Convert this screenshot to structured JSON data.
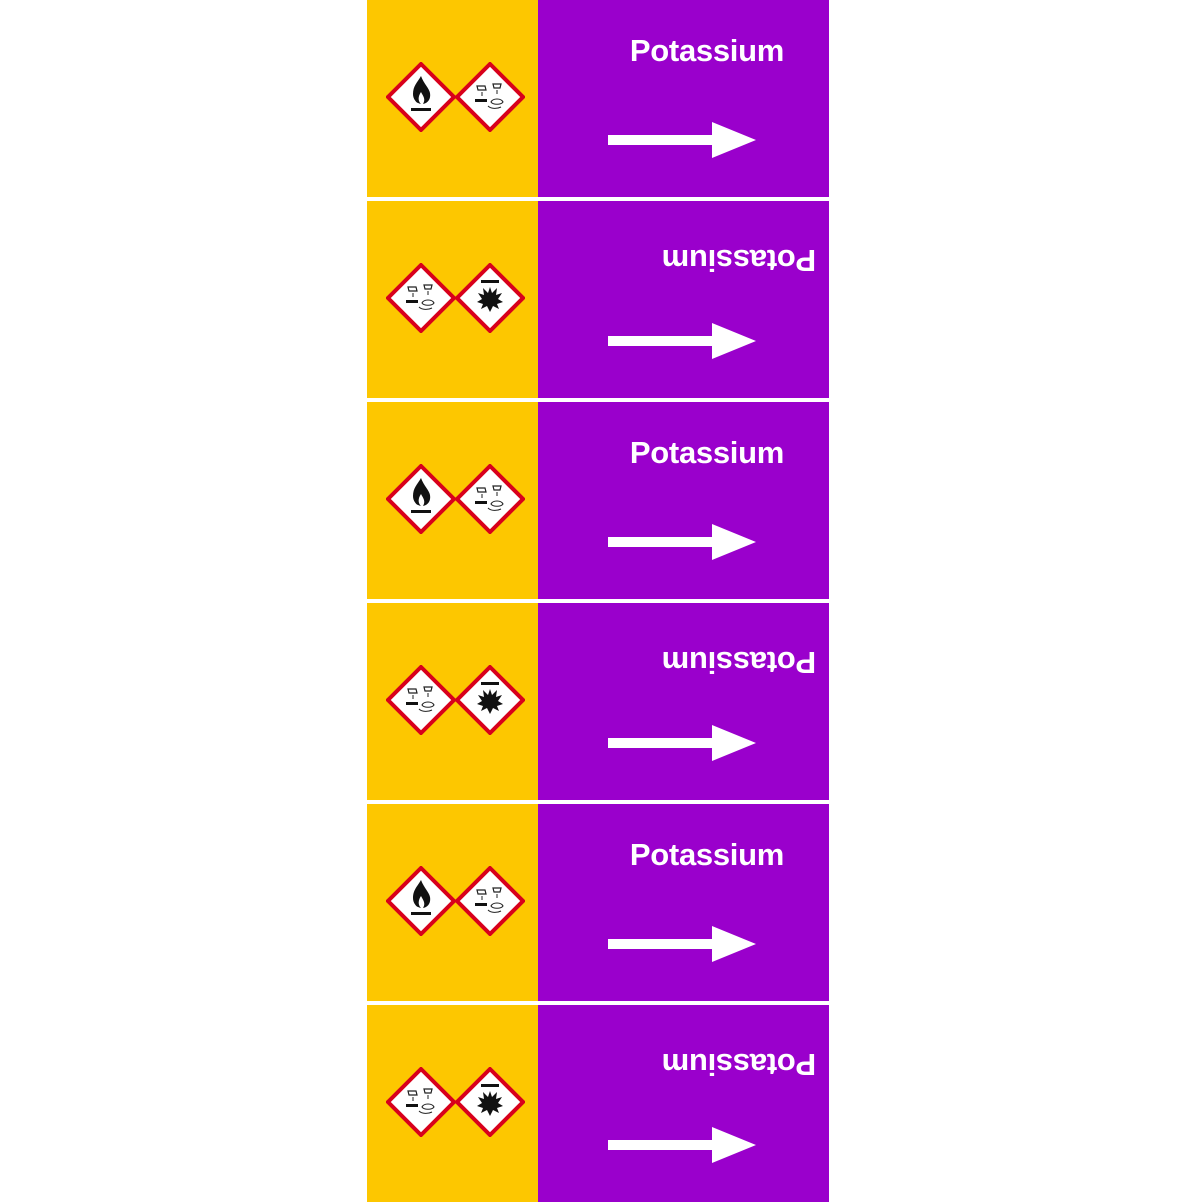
{
  "colors": {
    "hazard_band": "#fdc700",
    "substance_band": "#9a00cc",
    "text": "#ffffff",
    "pictogram_border": "#d8001b"
  },
  "labels": [
    {
      "substance": "Potassium",
      "orientation": "upright",
      "pictograms": [
        "ghs02-flame-icon",
        "ghs05-corrosion-icon"
      ],
      "flow_direction": "right"
    },
    {
      "substance": "Potassium",
      "orientation": "inverted",
      "pictograms": [
        "ghs05-corrosion-icon",
        "ghs01-exploding-bomb-icon"
      ],
      "flow_direction": "right"
    },
    {
      "substance": "Potassium",
      "orientation": "upright",
      "pictograms": [
        "ghs02-flame-icon",
        "ghs05-corrosion-icon"
      ],
      "flow_direction": "right"
    },
    {
      "substance": "Potassium",
      "orientation": "inverted",
      "pictograms": [
        "ghs05-corrosion-icon",
        "ghs01-exploding-bomb-icon"
      ],
      "flow_direction": "right"
    },
    {
      "substance": "Potassium",
      "orientation": "upright",
      "pictograms": [
        "ghs02-flame-icon",
        "ghs05-corrosion-icon"
      ],
      "flow_direction": "right"
    },
    {
      "substance": "Potassium",
      "orientation": "inverted",
      "pictograms": [
        "ghs05-corrosion-icon",
        "ghs01-exploding-bomb-icon"
      ],
      "flow_direction": "right"
    }
  ]
}
